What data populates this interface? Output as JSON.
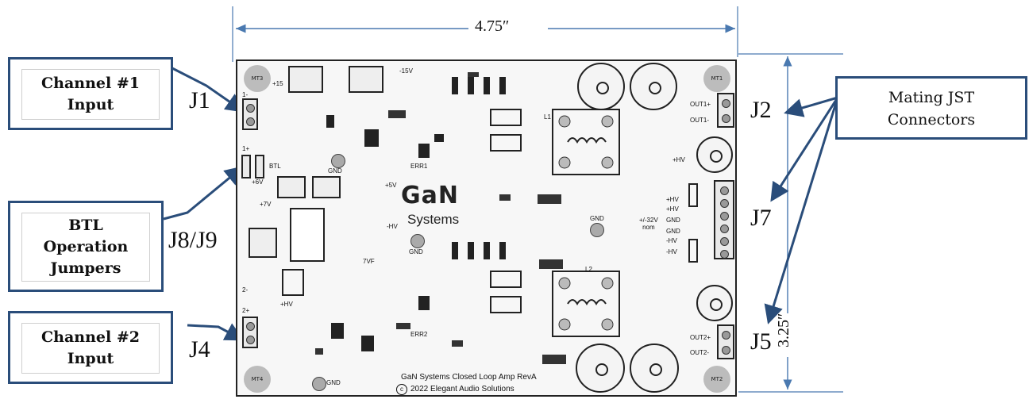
{
  "dimensions": {
    "width": "4.75″",
    "height": "3.25″"
  },
  "callouts": {
    "ch1": "Channel #1\nInput",
    "btl": "BTL\nOperation\nJumpers",
    "ch2": "Channel #2\nInput",
    "jst": "Mating JST\nConnectors"
  },
  "labels": {
    "j1": "J1",
    "j89": "J8/J9",
    "j4": "J4",
    "j2": "J2",
    "j7": "J7",
    "j5": "J5"
  },
  "board": {
    "logo_top": "GaN",
    "logo_bottom": "Systems",
    "footer_line1": "GaN Systems Closed Loop Amp RevA",
    "footer_copyright": "c",
    "footer_line2": "2022 Elegant Audio Solutions",
    "mounting_holes": [
      "MT3",
      "MT1",
      "MT4",
      "MT2"
    ],
    "silk": {
      "p15": "+15",
      "m15": "-15V",
      "p5": "+5V",
      "p6": "+6V",
      "p7": "+7V",
      "btl": "BTL",
      "hv": "-HV",
      "hv2": "+HV",
      "hv3": "+HV",
      "vf": "7VF",
      "gnd": "GND",
      "out1p": "OUT1+",
      "out1m": "OUT1-",
      "out2p": "OUT2+",
      "out2m": "OUT2-",
      "nom": "+/-32V\nnom",
      "err1": "ERR1",
      "err2": "ERR2",
      "l1": "L1",
      "l2": "L2",
      "j7pins": [
        "+HV",
        "+HV",
        "GND",
        "GND",
        "-HV",
        "-HV"
      ],
      "in1p": "1-",
      "in1m": "1+",
      "in2p": "2-",
      "in2m": "2+"
    }
  },
  "colors": {
    "callout_border": "#2a4d7a",
    "arrow": "#2a4d7a",
    "dim_line": "#4a79b0",
    "board_outline": "#222222"
  }
}
